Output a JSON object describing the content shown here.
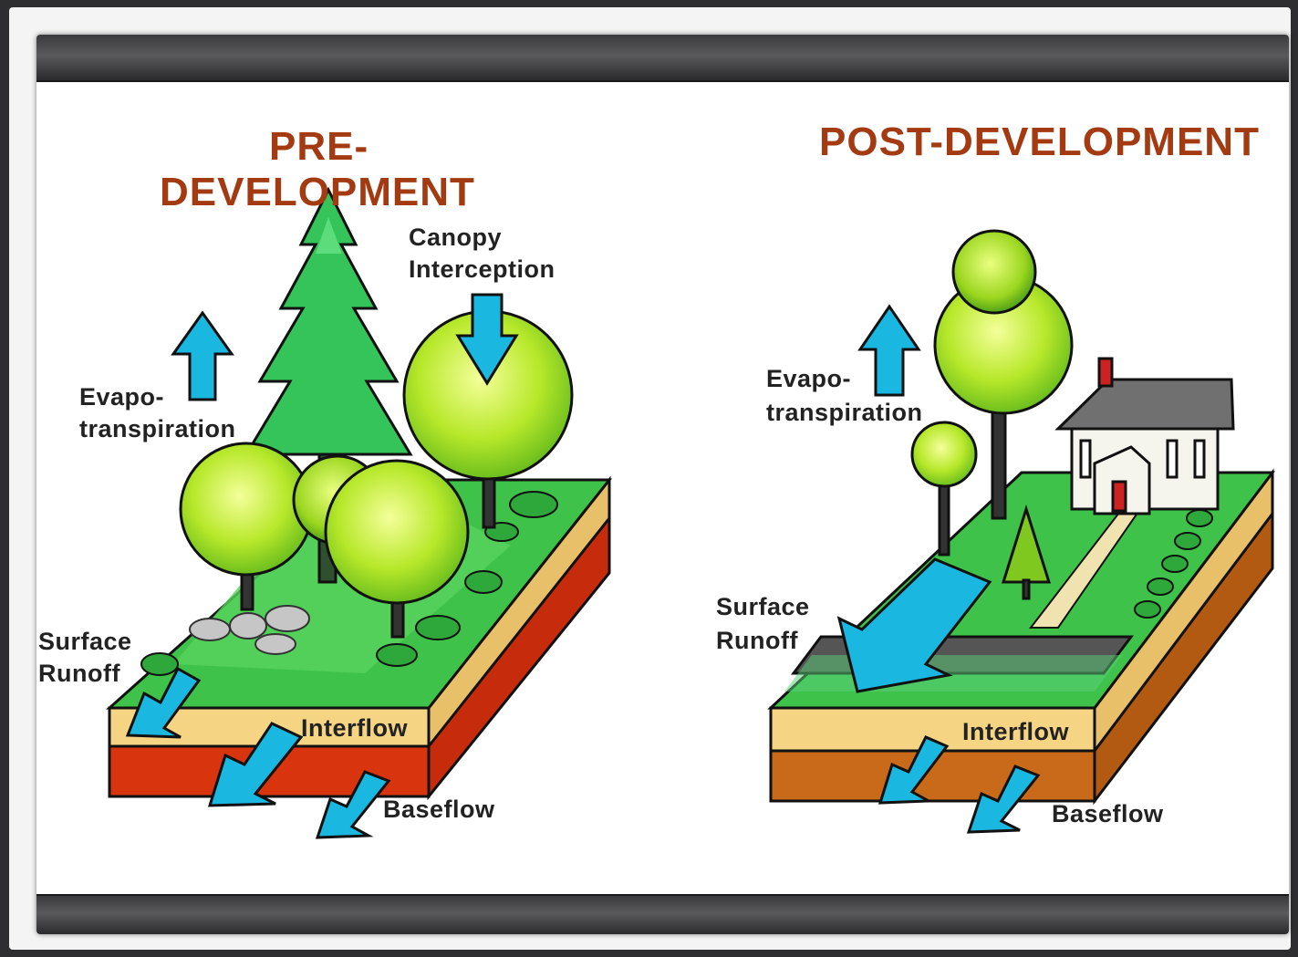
{
  "pre": {
    "title_line1": "PRE-",
    "title_line2": "DEVELOPMENT",
    "labels": {
      "canopy_line1": "Canopy",
      "canopy_line2": "Interception",
      "evapo_line1": "Evapo-",
      "evapo_line2": "transpiration",
      "runoff_line1": "Surface",
      "runoff_line2": "Runoff",
      "interflow": "Interflow",
      "baseflow": "Baseflow"
    }
  },
  "post": {
    "title": "POST-DEVELOPMENT",
    "labels": {
      "evapo_line1": "Evapo-",
      "evapo_line2": "transpiration",
      "runoff_line1": "Surface",
      "runoff_line2": "Runoff",
      "interflow": "Interflow",
      "baseflow": "Baseflow"
    }
  },
  "colors": {
    "title": "#a33a12",
    "arrow": "#1ab8e0",
    "grass": "#3fc24a",
    "tree_light": "#b7e82a",
    "soil_top": "#f5d483",
    "soil_pre_bottom": "#d8350f",
    "soil_post_bottom": "#c86a1a",
    "pavement": "#5a5a5a"
  }
}
